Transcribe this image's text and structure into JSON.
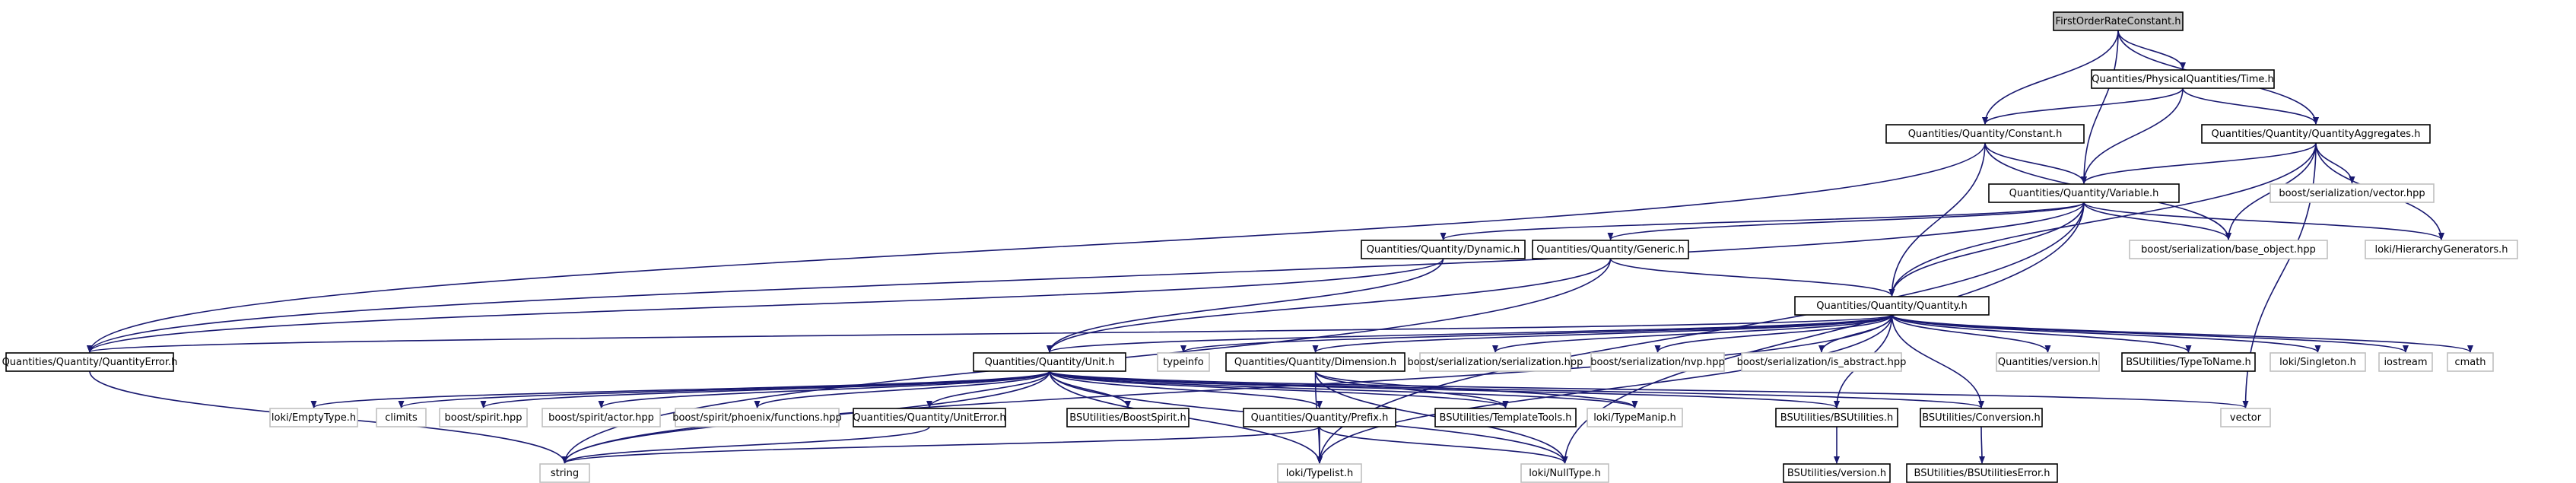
{
  "colors": {
    "edge": "#191970",
    "box_border_dark": "#000000",
    "box_border_light": "#bfbfbf",
    "root_fill": "#bfbfbf",
    "box_fill": "#ffffff"
  },
  "nodes": [
    {
      "id": "root",
      "label": "FirstOrderRateConstant.h",
      "style": "root"
    },
    {
      "id": "time",
      "label": "Quantities/PhysicalQuantities/Time.h",
      "style": "dark"
    },
    {
      "id": "constant",
      "label": "Quantities/Quantity/Constant.h",
      "style": "dark"
    },
    {
      "id": "aggregates",
      "label": "Quantities/Quantity/QuantityAggregates.h",
      "style": "dark"
    },
    {
      "id": "variable",
      "label": "Quantities/Quantity/Variable.h",
      "style": "dark"
    },
    {
      "id": "vector_hpp",
      "label": "boost/serialization/vector.hpp",
      "style": "light"
    },
    {
      "id": "dynamic",
      "label": "Quantities/Quantity/Dynamic.h",
      "style": "dark"
    },
    {
      "id": "generic",
      "label": "Quantities/Quantity/Generic.h",
      "style": "dark"
    },
    {
      "id": "base_object",
      "label": "boost/serialization/base_object.hpp",
      "style": "light"
    },
    {
      "id": "hiergen",
      "label": "loki/HierarchyGenerators.h",
      "style": "light"
    },
    {
      "id": "quantity",
      "label": "Quantities/Quantity/Quantity.h",
      "style": "dark"
    },
    {
      "id": "qerror",
      "label": "Quantities/Quantity/QuantityError.h",
      "style": "dark"
    },
    {
      "id": "unit",
      "label": "Quantities/Quantity/Unit.h",
      "style": "dark"
    },
    {
      "id": "typeinfo",
      "label": "typeinfo",
      "style": "light"
    },
    {
      "id": "dimension",
      "label": "Quantities/Quantity/Dimension.h",
      "style": "dark"
    },
    {
      "id": "ser_ser",
      "label": "boost/serialization/serialization.hpp",
      "style": "light"
    },
    {
      "id": "nvp",
      "label": "boost/serialization/nvp.hpp",
      "style": "light"
    },
    {
      "id": "is_abstract",
      "label": "boost/serialization/is_abstract.hpp",
      "style": "light"
    },
    {
      "id": "qversion",
      "label": "Quantities/version.h",
      "style": "light"
    },
    {
      "id": "typetoname",
      "label": "BSUtilities/TypeToName.h",
      "style": "dark"
    },
    {
      "id": "singleton",
      "label": "loki/Singleton.h",
      "style": "light"
    },
    {
      "id": "iostream",
      "label": "iostream",
      "style": "light"
    },
    {
      "id": "cmath",
      "label": "cmath",
      "style": "light"
    },
    {
      "id": "emptytype",
      "label": "loki/EmptyType.h",
      "style": "light"
    },
    {
      "id": "climits",
      "label": "climits",
      "style": "light"
    },
    {
      "id": "spirit",
      "label": "boost/spirit.hpp",
      "style": "light"
    },
    {
      "id": "actor",
      "label": "boost/spirit/actor.hpp",
      "style": "light"
    },
    {
      "id": "phoenix",
      "label": "boost/spirit/phoenix/functions.hpp",
      "style": "light"
    },
    {
      "id": "uniterror",
      "label": "Quantities/Quantity/UnitError.h",
      "style": "dark"
    },
    {
      "id": "boostspirit",
      "label": "BSUtilities/BoostSpirit.h",
      "style": "dark"
    },
    {
      "id": "prefix",
      "label": "Quantities/Quantity/Prefix.h",
      "style": "dark"
    },
    {
      "id": "templatetools",
      "label": "BSUtilities/TemplateTools.h",
      "style": "dark"
    },
    {
      "id": "typemanip",
      "label": "loki/TypeManip.h",
      "style": "light"
    },
    {
      "id": "bsutilities",
      "label": "BSUtilities/BSUtilities.h",
      "style": "dark"
    },
    {
      "id": "conversion",
      "label": "BSUtilities/Conversion.h",
      "style": "dark"
    },
    {
      "id": "vector",
      "label": "vector",
      "style": "light"
    },
    {
      "id": "string",
      "label": "string",
      "style": "light"
    },
    {
      "id": "typelist",
      "label": "loki/Typelist.h",
      "style": "light"
    },
    {
      "id": "nulltype",
      "label": "loki/NullType.h",
      "style": "light"
    },
    {
      "id": "bsversion",
      "label": "BSUtilities/version.h",
      "style": "dark"
    },
    {
      "id": "bserror",
      "label": "BSUtilities/BSUtilitiesError.h",
      "style": "dark"
    }
  ],
  "edges": [
    [
      "root",
      "time"
    ],
    [
      "root",
      "constant"
    ],
    [
      "root",
      "aggregates"
    ],
    [
      "root",
      "variable"
    ],
    [
      "time",
      "constant"
    ],
    [
      "time",
      "aggregates"
    ],
    [
      "time",
      "variable"
    ],
    [
      "constant",
      "variable"
    ],
    [
      "constant",
      "quantity"
    ],
    [
      "constant",
      "qerror"
    ],
    [
      "constant",
      "base_object"
    ],
    [
      "aggregates",
      "variable"
    ],
    [
      "aggregates",
      "vector_hpp"
    ],
    [
      "aggregates",
      "base_object"
    ],
    [
      "aggregates",
      "hiergen"
    ],
    [
      "aggregates",
      "quantity"
    ],
    [
      "aggregates",
      "vector"
    ],
    [
      "variable",
      "dynamic"
    ],
    [
      "variable",
      "generic"
    ],
    [
      "variable",
      "base_object"
    ],
    [
      "variable",
      "hiergen"
    ],
    [
      "variable",
      "quantity"
    ],
    [
      "variable",
      "qerror"
    ],
    [
      "variable",
      "typelist"
    ],
    [
      "variable",
      "nulltype"
    ],
    [
      "dynamic",
      "qerror"
    ],
    [
      "dynamic",
      "unit"
    ],
    [
      "generic",
      "quantity"
    ],
    [
      "generic",
      "unit"
    ],
    [
      "generic",
      "string"
    ],
    [
      "quantity",
      "qerror"
    ],
    [
      "quantity",
      "unit"
    ],
    [
      "quantity",
      "typeinfo"
    ],
    [
      "quantity",
      "dimension"
    ],
    [
      "quantity",
      "ser_ser"
    ],
    [
      "quantity",
      "nvp"
    ],
    [
      "quantity",
      "is_abstract"
    ],
    [
      "quantity",
      "qversion"
    ],
    [
      "quantity",
      "typetoname"
    ],
    [
      "quantity",
      "singleton"
    ],
    [
      "quantity",
      "iostream"
    ],
    [
      "quantity",
      "cmath"
    ],
    [
      "quantity",
      "bsutilities"
    ],
    [
      "quantity",
      "conversion"
    ],
    [
      "quantity",
      "string"
    ],
    [
      "quantity",
      "typelist"
    ],
    [
      "qerror",
      "string"
    ],
    [
      "unit",
      "emptytype"
    ],
    [
      "unit",
      "climits"
    ],
    [
      "unit",
      "spirit"
    ],
    [
      "unit",
      "actor"
    ],
    [
      "unit",
      "phoenix"
    ],
    [
      "unit",
      "uniterror"
    ],
    [
      "unit",
      "boostspirit"
    ],
    [
      "unit",
      "prefix"
    ],
    [
      "unit",
      "templatetools"
    ],
    [
      "unit",
      "typemanip"
    ],
    [
      "unit",
      "bsutilities"
    ],
    [
      "unit",
      "conversion"
    ],
    [
      "unit",
      "vector"
    ],
    [
      "unit",
      "string"
    ],
    [
      "unit",
      "typelist"
    ],
    [
      "unit",
      "nulltype"
    ],
    [
      "dimension",
      "templatetools"
    ],
    [
      "dimension",
      "typemanip"
    ],
    [
      "dimension",
      "typelist"
    ],
    [
      "dimension",
      "nulltype"
    ],
    [
      "uniterror",
      "string"
    ],
    [
      "prefix",
      "string"
    ],
    [
      "prefix",
      "typelist"
    ],
    [
      "prefix",
      "nulltype"
    ],
    [
      "bsutilities",
      "bsversion"
    ],
    [
      "conversion",
      "bserror"
    ]
  ]
}
